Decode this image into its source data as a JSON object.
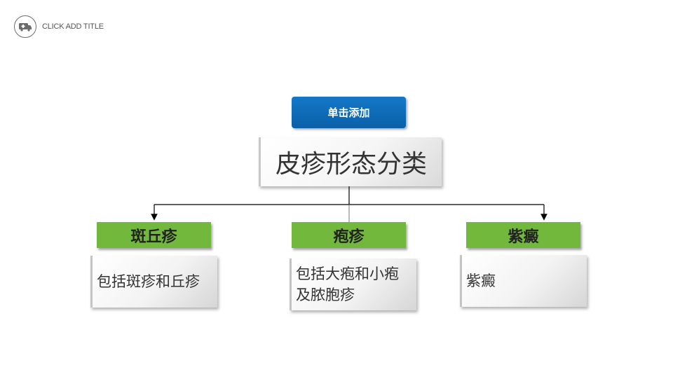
{
  "header": {
    "title": "CLICK ADD TITLE",
    "logo_icon": "ambulance-icon"
  },
  "diagram": {
    "top_label": "单击添加",
    "root": "皮疹形态分类",
    "branches": [
      {
        "label": "斑丘疹",
        "detail": "包括斑疹和丘疹"
      },
      {
        "label": "疱疹",
        "detail": "包括大疱和小疱及脓胞疹"
      },
      {
        "label": "紫癜",
        "detail": "紫癜"
      }
    ]
  },
  "colors": {
    "top_label_bg": "#1478c8",
    "branch_bg": "#72b83c",
    "text": "#333333"
  }
}
